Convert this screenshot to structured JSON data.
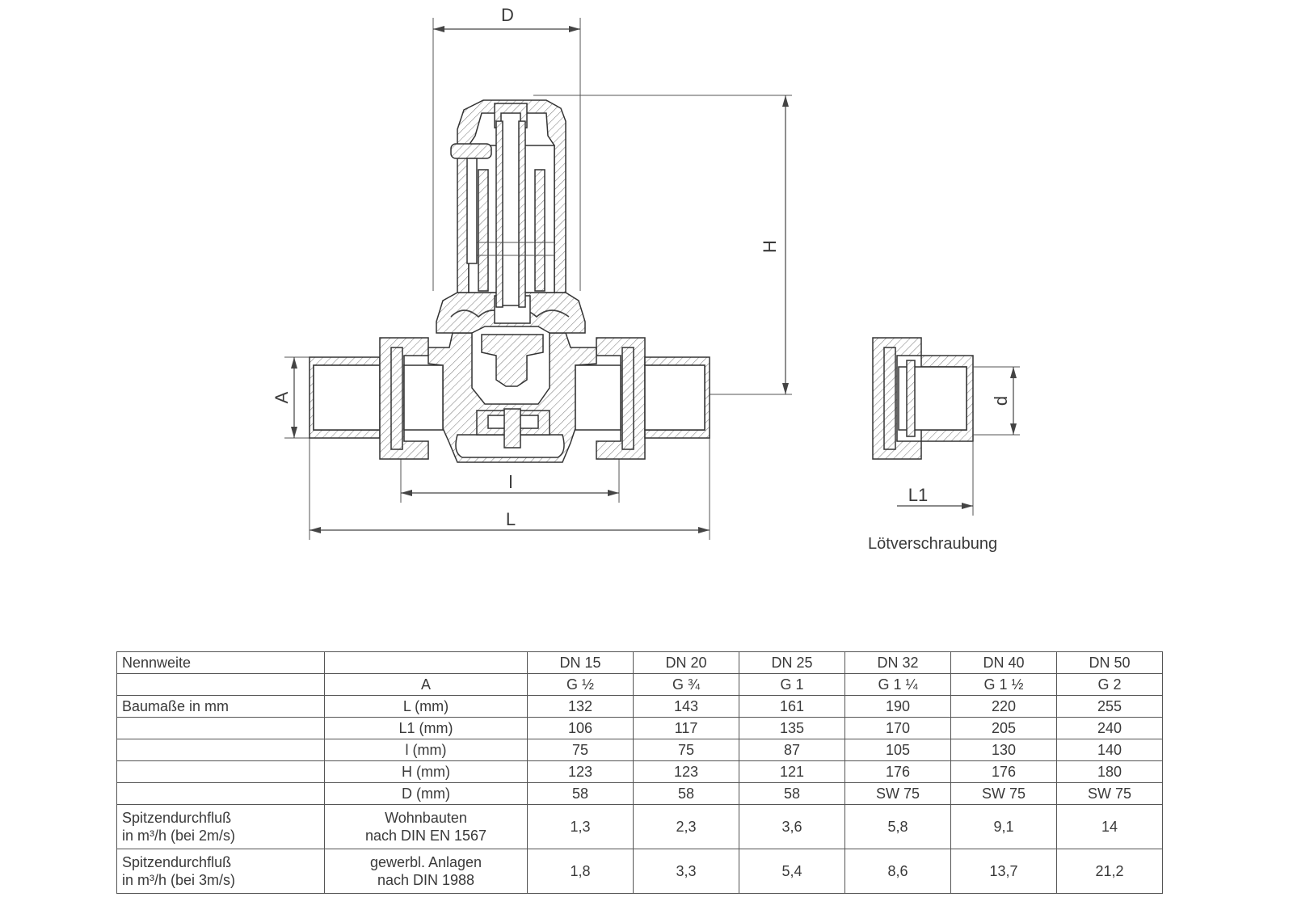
{
  "drawing": {
    "dim_D": "D",
    "dim_H": "H",
    "dim_A": "A",
    "dim_l": "l",
    "dim_L": "L",
    "dim_d": "d",
    "dim_L1": "L1",
    "caption": "Lötverschraubung"
  },
  "table": {
    "header": {
      "col0": "Nennweite",
      "col1": "",
      "cols": [
        "DN 15",
        "DN 20",
        "DN 25",
        "DN 32",
        "DN 40",
        "DN 50"
      ]
    },
    "rows": [
      {
        "label": "",
        "param": "A",
        "values": [
          "G ½",
          "G ¾",
          "G 1",
          "G 1 ¼",
          "G 1 ½",
          "G 2"
        ]
      },
      {
        "label": "Baumaße in mm",
        "param": "L (mm)",
        "values": [
          "132",
          "143",
          "161",
          "190",
          "220",
          "255"
        ]
      },
      {
        "label": "",
        "param": "L1 (mm)",
        "values": [
          "106",
          "117",
          "135",
          "170",
          "205",
          "240"
        ]
      },
      {
        "label": "",
        "param": "l (mm)",
        "values": [
          "75",
          "75",
          "87",
          "105",
          "130",
          "140"
        ]
      },
      {
        "label": "",
        "param": "H (mm)",
        "values": [
          "123",
          "123",
          "121",
          "176",
          "176",
          "180"
        ]
      },
      {
        "label": "",
        "param": "D (mm)",
        "values": [
          "58",
          "58",
          "58",
          "SW 75",
          "SW 75",
          "SW 75"
        ]
      }
    ],
    "flow_rows": [
      {
        "label1": "Spitzendurchfluß",
        "label2": "in m³/h (bei 2m/s)",
        "param1": "Wohnbauten",
        "param2": "nach DIN EN 1567",
        "values": [
          "1,3",
          "2,3",
          "3,6",
          "5,8",
          "9,1",
          "14"
        ]
      },
      {
        "label1": "Spitzendurchfluß",
        "label2": "in m³/h (bei 3m/s)",
        "param1": "gewerbl.  Anlagen",
        "param2": "nach DIN 1988",
        "values": [
          "1,8",
          "3,3",
          "5,4",
          "8,6",
          "13,7",
          "21,2"
        ]
      }
    ]
  }
}
